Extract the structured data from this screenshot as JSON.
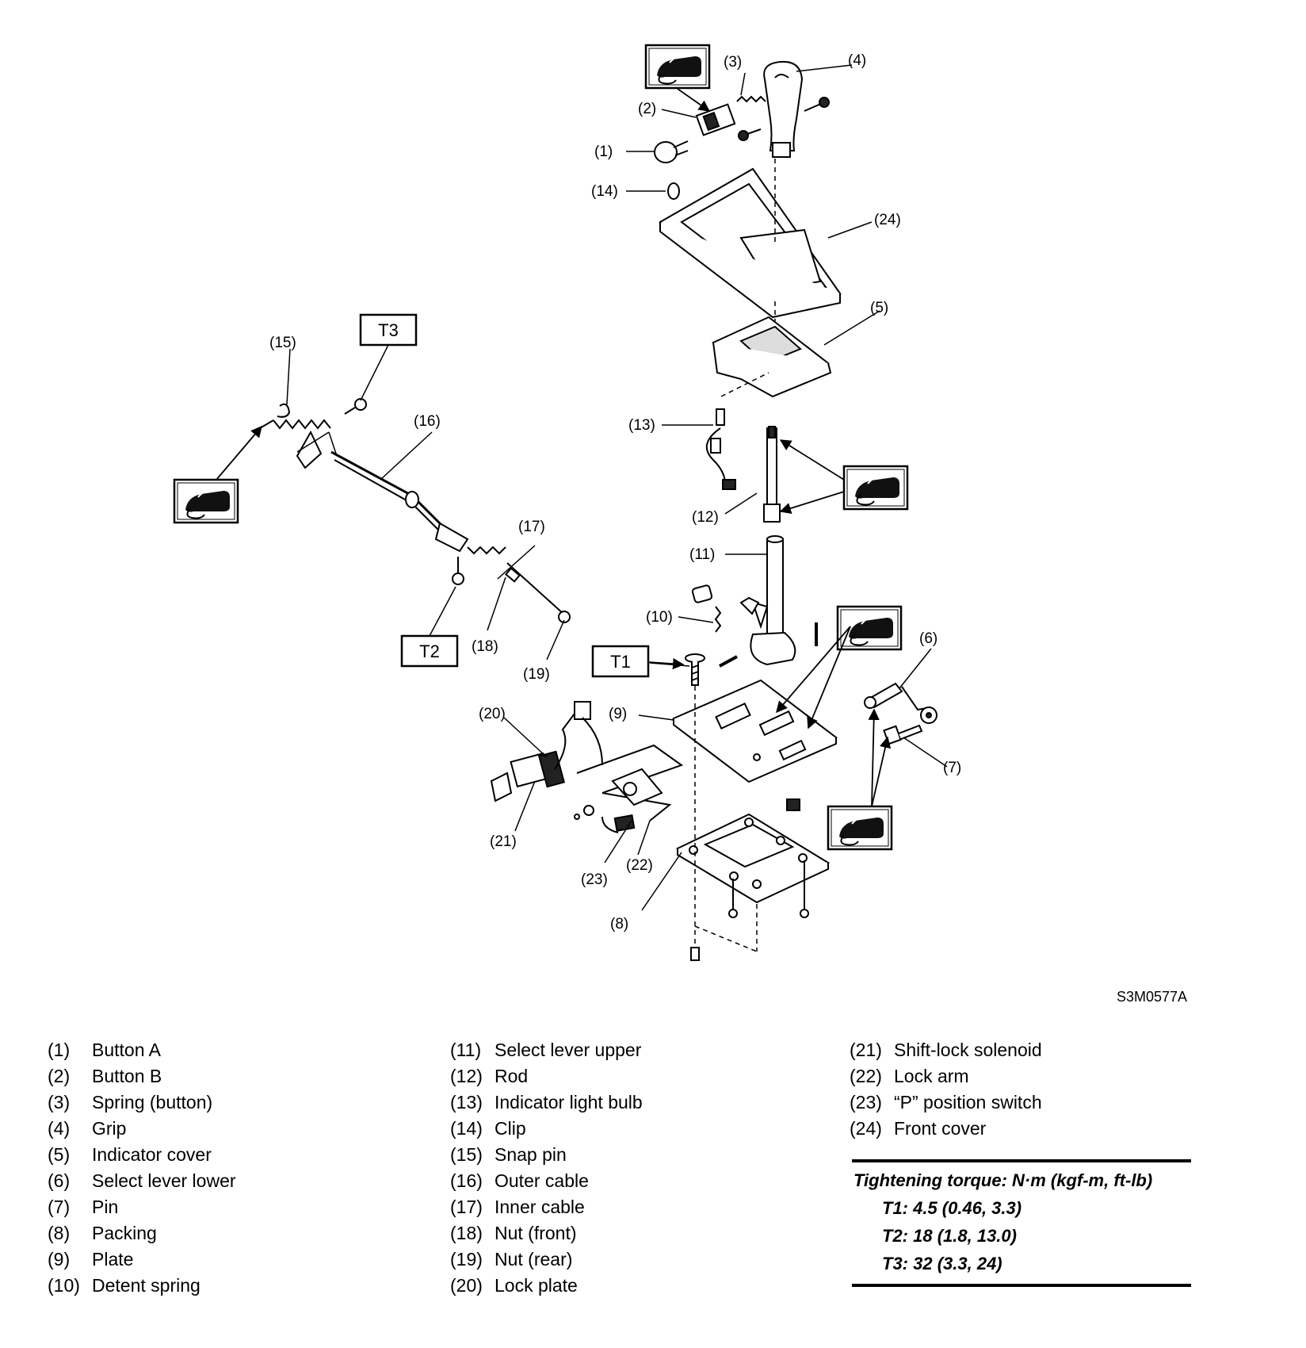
{
  "diagram": {
    "image_code": "S3M0577A",
    "callouts": [
      "(1)",
      "(2)",
      "(3)",
      "(4)",
      "(5)",
      "(6)",
      "(7)",
      "(8)",
      "(9)",
      "(10)",
      "(11)",
      "(12)",
      "(13)",
      "(14)",
      "(15)",
      "(16)",
      "(17)",
      "(18)",
      "(19)",
      "(20)",
      "(21)",
      "(22)",
      "(23)",
      "(24)"
    ],
    "torque_labels": [
      "T1",
      "T2",
      "T3"
    ]
  },
  "legend": {
    "col1": [
      {
        "num": "(1)",
        "label": "Button A"
      },
      {
        "num": "(2)",
        "label": "Button B"
      },
      {
        "num": "(3)",
        "label": "Spring (button)"
      },
      {
        "num": "(4)",
        "label": "Grip"
      },
      {
        "num": "(5)",
        "label": "Indicator cover"
      },
      {
        "num": "(6)",
        "label": "Select lever lower"
      },
      {
        "num": "(7)",
        "label": "Pin"
      },
      {
        "num": "(8)",
        "label": "Packing"
      },
      {
        "num": "(9)",
        "label": "Plate"
      },
      {
        "num": "(10)",
        "label": "Detent spring"
      }
    ],
    "col2": [
      {
        "num": "(11)",
        "label": "Select lever upper"
      },
      {
        "num": "(12)",
        "label": "Rod"
      },
      {
        "num": "(13)",
        "label": "Indicator light bulb"
      },
      {
        "num": "(14)",
        "label": "Clip"
      },
      {
        "num": "(15)",
        "label": "Snap pin"
      },
      {
        "num": "(16)",
        "label": "Outer cable"
      },
      {
        "num": "(17)",
        "label": "Inner cable"
      },
      {
        "num": "(18)",
        "label": "Nut (front)"
      },
      {
        "num": "(19)",
        "label": "Nut (rear)"
      },
      {
        "num": "(20)",
        "label": "Lock plate"
      }
    ],
    "col3": [
      {
        "num": "(21)",
        "label": "Shift-lock solenoid"
      },
      {
        "num": "(22)",
        "label": "Lock arm"
      },
      {
        "num": "(23)",
        "label": "“P” position switch"
      },
      {
        "num": "(24)",
        "label": "Front cover"
      }
    ]
  },
  "torque": {
    "title": "Tightening torque: N·m (kgf-m, ft-lb)",
    "rows": [
      "T1: 4.5 (0.46, 3.3)",
      "T2: 18 (1.8, 13.0)",
      "T3: 32 (3.3, 24)"
    ]
  }
}
